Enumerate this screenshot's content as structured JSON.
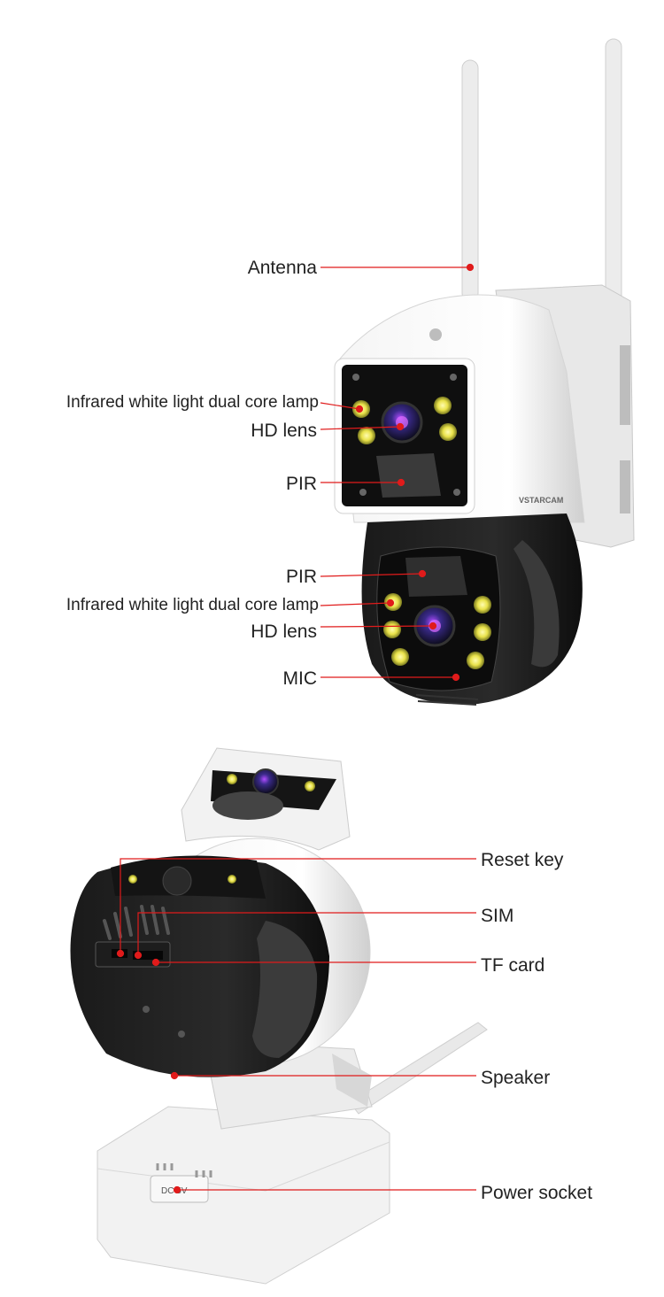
{
  "brand": "VSTARCAM",
  "socket_tag": "DC 5V",
  "accent_color": "#e01b1b",
  "top_labels": [
    "Antenna",
    "Infrared white light dual core lamp",
    "HD lens",
    "PIR",
    "PIR",
    "Infrared white light dual core lamp",
    "HD lens",
    "MIC"
  ],
  "bottom_labels": [
    "Reset key",
    "SIM",
    "TF card",
    "Speaker",
    "Power socket"
  ]
}
